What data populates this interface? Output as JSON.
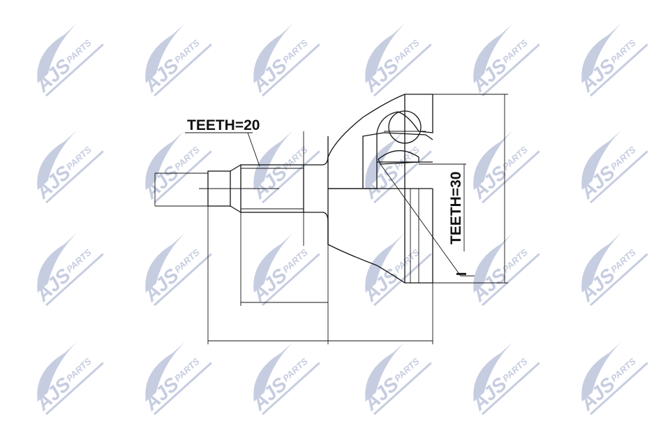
{
  "watermark": {
    "brand": "AJS",
    "suffix": "PARTS",
    "color": "#c6cde0"
  },
  "labels": {
    "teeth_outer": "TEETH=20",
    "teeth_inner": "TEETH=30",
    "marker": "I"
  }
}
